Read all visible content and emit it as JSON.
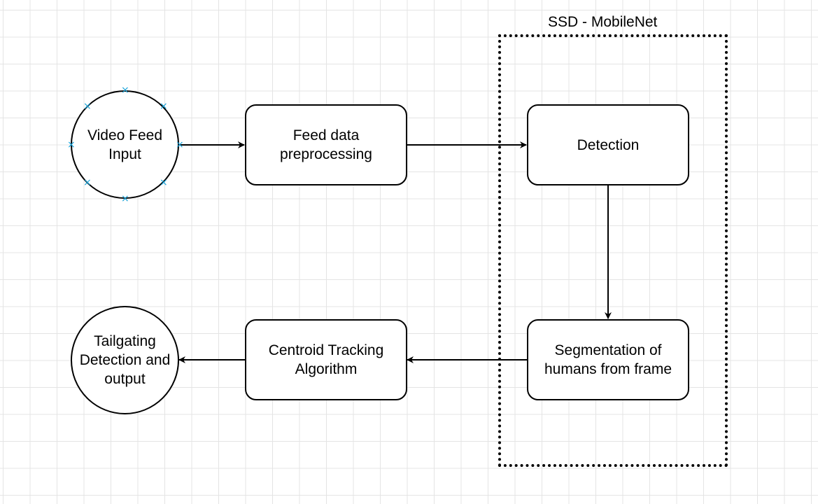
{
  "diagram": {
    "group": {
      "label": "SSD - MobileNet"
    },
    "nodes": {
      "video_feed_input": {
        "label": "Video Feed Input"
      },
      "feed_preprocessing": {
        "label": "Feed data preprocessing"
      },
      "detection": {
        "label": "Detection"
      },
      "segmentation": {
        "label": "Segmentation of humans from frame"
      },
      "centroid_tracking": {
        "label": "Centroid Tracking Algorithm"
      },
      "tailgating_output": {
        "label": "Tailgating Detection and output"
      }
    },
    "edges": [
      {
        "from": "video_feed_input",
        "to": "feed_preprocessing"
      },
      {
        "from": "feed_preprocessing",
        "to": "detection"
      },
      {
        "from": "detection",
        "to": "segmentation"
      },
      {
        "from": "segmentation",
        "to": "centroid_tracking"
      },
      {
        "from": "centroid_tracking",
        "to": "tailgating_output"
      }
    ],
    "selection_handle_icon": "x-mark-icon",
    "colors": {
      "stroke": "#000000",
      "grid": "#e4e4e4",
      "selection_handle": "#1aa3d9"
    }
  }
}
